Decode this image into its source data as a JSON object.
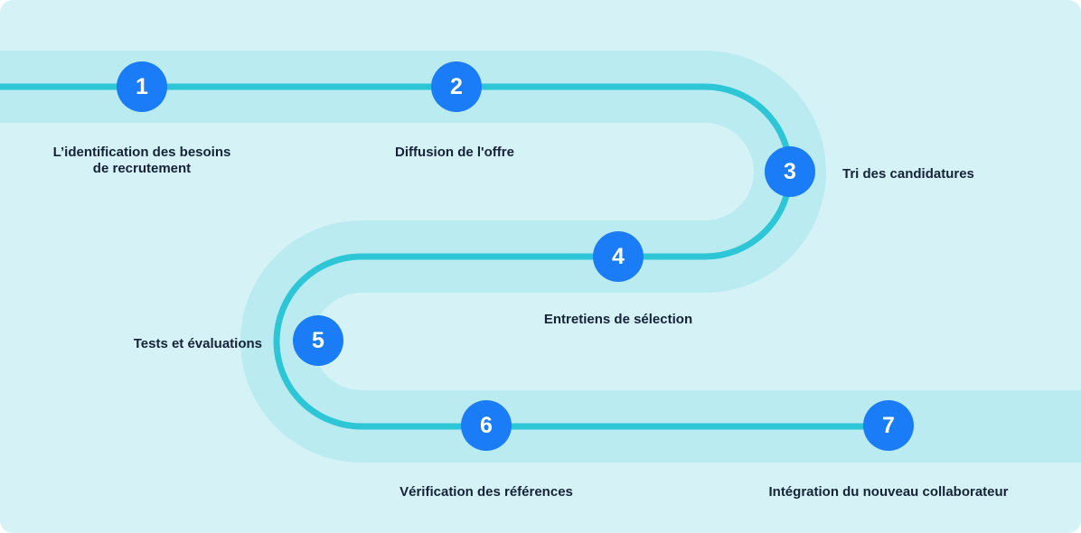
{
  "colors": {
    "background": "#d5f3f7",
    "road": "#b9ebf1",
    "line": "#2cc6d6",
    "node": "#1a7cf7",
    "text": "#152238"
  },
  "steps": [
    {
      "number": "1",
      "label": "L’identification des besoins\nde recrutement"
    },
    {
      "number": "2",
      "label": "Diffusion de l'offre"
    },
    {
      "number": "3",
      "label": "Tri des candidatures"
    },
    {
      "number": "4",
      "label": "Entretiens de sélection"
    },
    {
      "number": "5",
      "label": "Tests et évaluations"
    },
    {
      "number": "6",
      "label": "Vérification des références"
    },
    {
      "number": "7",
      "label": "Intégration du nouveau collaborateur"
    }
  ]
}
